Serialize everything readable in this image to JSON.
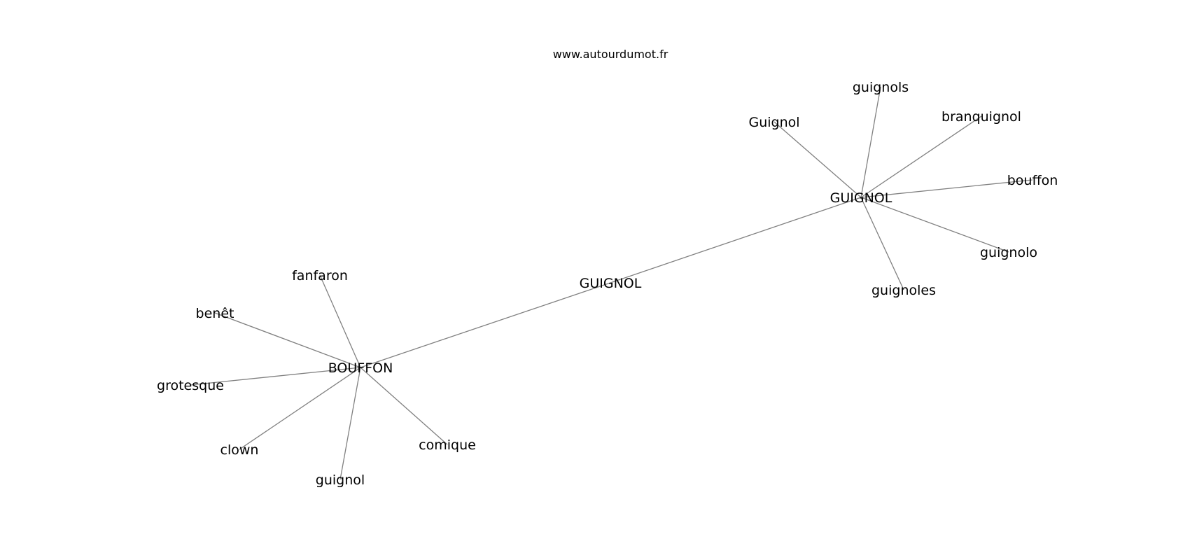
{
  "diagram": {
    "site": "www.autourdumot.fr",
    "center": {
      "id": "center",
      "label": "GUIGNOL"
    },
    "hubs": [
      {
        "id": "hub-guignol",
        "label": "GUIGNOL"
      },
      {
        "id": "hub-bouffon",
        "label": "BOUFFON"
      }
    ],
    "leaves": [
      {
        "id": "leaf-guignols",
        "label": "guignols",
        "hub": "hub-guignol"
      },
      {
        "id": "leaf-Guignol",
        "label": "Guignol",
        "hub": "hub-guignol"
      },
      {
        "id": "leaf-branquignol",
        "label": "branquignol",
        "hub": "hub-guignol"
      },
      {
        "id": "leaf-bouffon",
        "label": "bouffon",
        "hub": "hub-guignol"
      },
      {
        "id": "leaf-guignolo",
        "label": "guignolo",
        "hub": "hub-guignol"
      },
      {
        "id": "leaf-guignoles",
        "label": "guignoles",
        "hub": "hub-guignol"
      },
      {
        "id": "leaf-fanfaron",
        "label": "fanfaron",
        "hub": "hub-bouffon"
      },
      {
        "id": "leaf-benet",
        "label": "benêt",
        "hub": "hub-bouffon"
      },
      {
        "id": "leaf-grotesque",
        "label": "grotesque",
        "hub": "hub-bouffon"
      },
      {
        "id": "leaf-clown",
        "label": "clown",
        "hub": "hub-bouffon"
      },
      {
        "id": "leaf-guignol",
        "label": "guignol",
        "hub": "hub-bouffon"
      },
      {
        "id": "leaf-comique",
        "label": "comique",
        "hub": "hub-bouffon"
      }
    ]
  }
}
